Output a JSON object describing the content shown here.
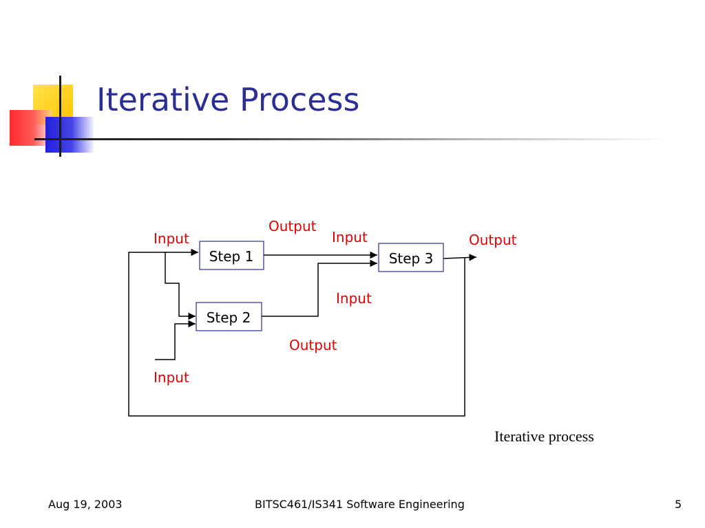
{
  "slide": {
    "title": "Iterative Process",
    "caption": "Iterative process",
    "colors": {
      "title": "#2b2e94",
      "io_label": "#e00000",
      "box_border": "#2b2e94"
    }
  },
  "diagram": {
    "steps": [
      "Step 1",
      "Step 2",
      "Step 3"
    ],
    "labels": {
      "step1_input": "Input",
      "step1_output": "Output",
      "step3_input_top": "Input",
      "step3_output": "Output",
      "step3_input_mid": "Input",
      "step2_output": "Output",
      "step2_input": "Input"
    }
  },
  "footer": {
    "date": "Aug 19, 2003",
    "course": "BITSC461/IS341 Software Engineering",
    "page": "5"
  }
}
